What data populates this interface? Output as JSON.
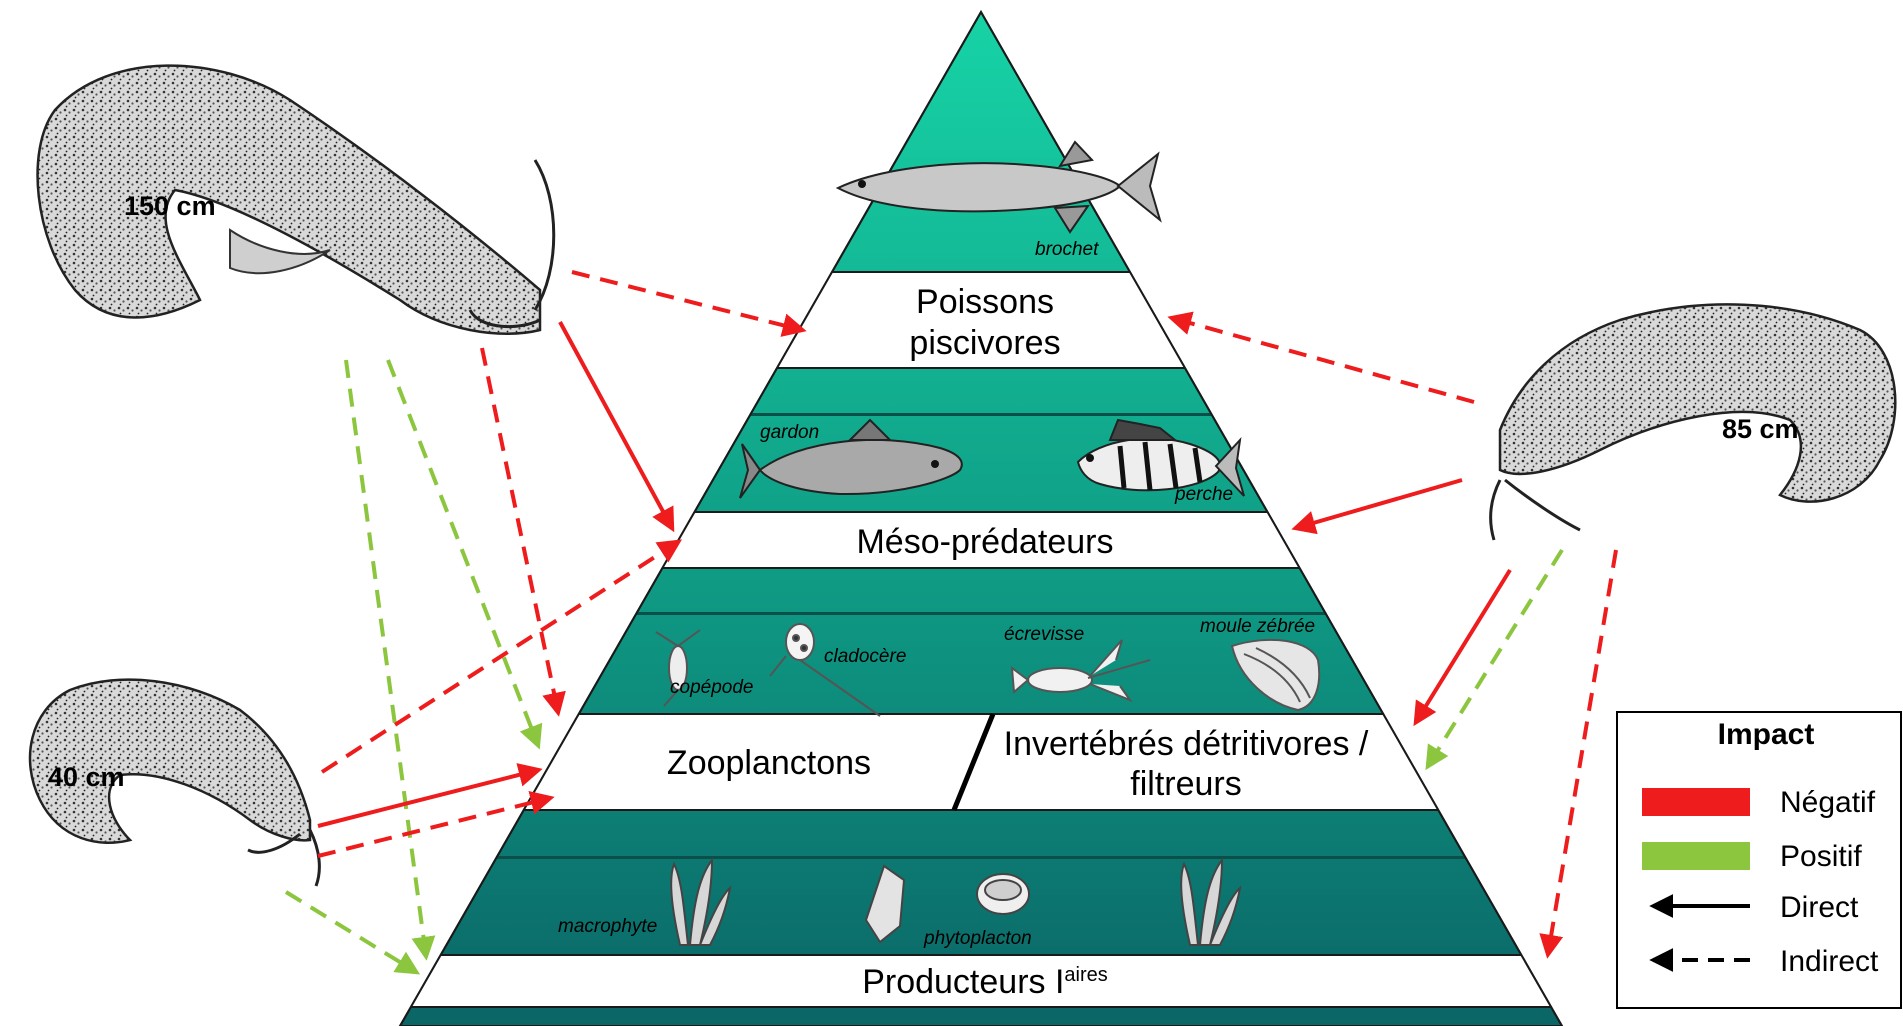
{
  "levels": {
    "piscivores_line1": "Poissons",
    "piscivores_line2": "piscivores",
    "meso": "Méso-prédateurs",
    "zoo": "Zooplanctons",
    "inv_line1": "Invertébrés détritivores /",
    "inv_line2": "filtreurs",
    "prod": "Producteurs I",
    "prod_sup": "aires"
  },
  "species": {
    "brochet": "brochet",
    "gardon": "gardon",
    "perche": "perche",
    "copepode": "copépode",
    "cladocere": "cladocère",
    "ecrevisse": "écrevisse",
    "moule": "moule zébrée",
    "macrophyte": "macrophyte",
    "phytoplacton": "phytoplacton"
  },
  "catfish": {
    "large": "150 cm",
    "medium": "85 cm",
    "small": "40 cm"
  },
  "legend": {
    "title": "Impact",
    "negative": "Négatif",
    "positive": "Positif",
    "direct": "Direct",
    "indirect": "Indirect"
  },
  "colors": {
    "negative": "#ee1c1c",
    "positive": "#8cc63f",
    "band_top": "#12c9a0",
    "band_mid": "#0f9e86",
    "band_bottom": "#0c6e68"
  }
}
